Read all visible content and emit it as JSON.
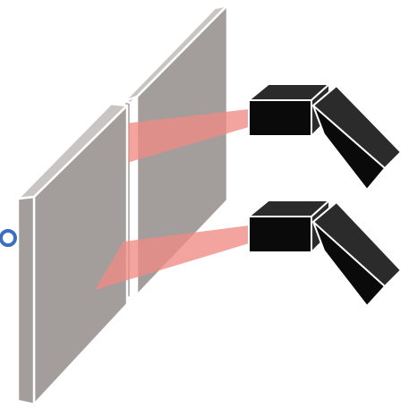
{
  "diagram": {
    "panels": [
      {
        "id": "back-panel"
      },
      {
        "id": "front-panel"
      }
    ],
    "sensors": [
      {
        "id": "upper-sensor"
      },
      {
        "id": "lower-sensor"
      }
    ],
    "colors": {
      "background": "#ffffff",
      "panel_face": "#a39e9b",
      "panel_edge": "#c8c5c3",
      "panel_outline": "#ffffff",
      "beam": "#f08a84",
      "sensor_body": "#0a0a0a",
      "sensor_top": "#2b2b2b",
      "sensor_outline": "#ffffff",
      "marker": "#3a6fc4"
    },
    "icons": {
      "marker": "ring-marker-icon"
    }
  }
}
